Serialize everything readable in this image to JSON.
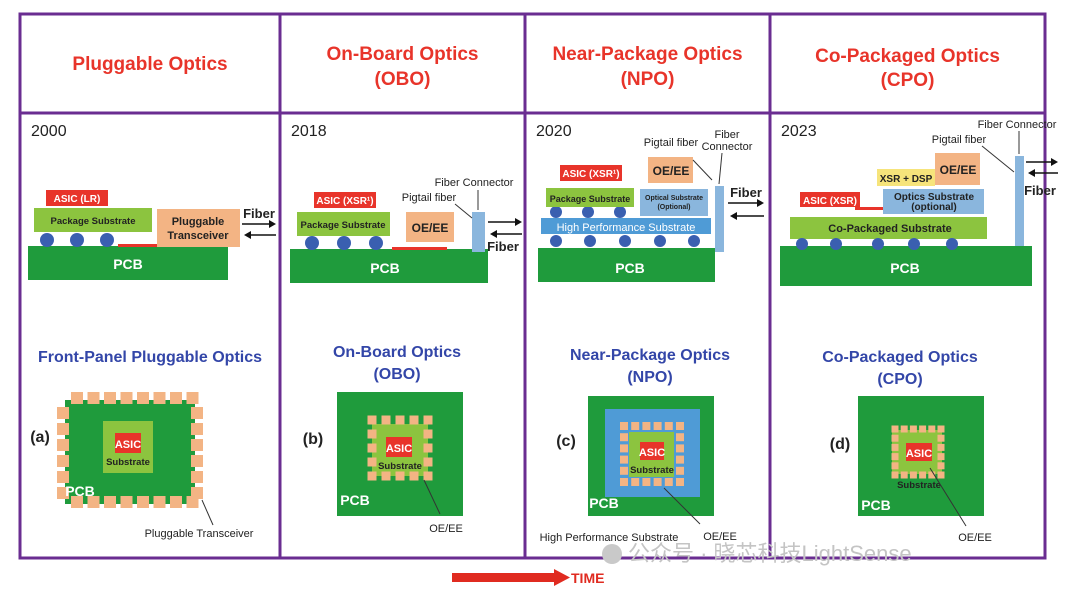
{
  "columns": [
    {
      "header": [
        "Pluggable Optics"
      ],
      "year": "2000",
      "subtitle": [
        "Front-Panel Pluggable Optics"
      ],
      "fig": "(a)"
    },
    {
      "header": [
        "On-Board Optics",
        "(OBO)"
      ],
      "year": "2018",
      "subtitle": [
        "On-Board Optics",
        "(OBO)"
      ],
      "fig": "(b)"
    },
    {
      "header": [
        "Near-Package Optics",
        "(NPO)"
      ],
      "year": "2020",
      "subtitle": [
        "Near-Package Optics",
        "(NPO)"
      ],
      "fig": "(c)"
    },
    {
      "header": [
        "Co-Packaged Optics",
        "(CPO)"
      ],
      "year": "2023",
      "subtitle": [
        "Co-Packaged Optics",
        "(CPO)"
      ],
      "fig": "(d)"
    }
  ],
  "labels": {
    "pcb": "PCB",
    "fiber": "Fiber",
    "asic": "ASIC",
    "substrate": "Substrate",
    "package_substrate": "Package Substrate",
    "asic_lr": "ASIC (LR)",
    "asic_xsr_1": "ASIC (XSR¹)",
    "asic_xsr_2": "ASIC (XSR¹)",
    "asic_xsr_3": "ASIC (XSR)",
    "pluggable_transceiver_box": [
      "Pluggable",
      "Transceiver"
    ],
    "oe_ee": "OE/EE",
    "pigtail_fiber": "Pigtail fiber",
    "fiber_connector": "Fiber Connector",
    "fiber_connector_split": [
      "Fiber",
      "Connector"
    ],
    "optical_substrate": [
      "Optical Substrate",
      "(Optional)"
    ],
    "high_performance_substrate": "High Performance Substrate",
    "xsr_dsp": "XSR + DSP",
    "optics_substrate": [
      "Optics Substrate",
      "(optional)"
    ],
    "co_packaged_substrate": "Co-Packaged Substrate",
    "pluggable_transceiver": "Pluggable Transceiver"
  },
  "time_label": "TIME",
  "watermark": "公众号 · 晓芯科技LightSense",
  "colors": {
    "border": "#6a2d91",
    "header_red": "#e8342a",
    "subtitle_blue": "#3346a8",
    "pcb_green": "#1f9b3c",
    "substrate_lime": "#8cc43f",
    "module_peach": "#f3b484",
    "asic_red": "#e8342a",
    "bump_blue": "#3a5fb0",
    "hp_blue": "#4f9bd6",
    "connector_blue": "#8ab6dd",
    "dsp_yellow": "#f6e47b"
  }
}
